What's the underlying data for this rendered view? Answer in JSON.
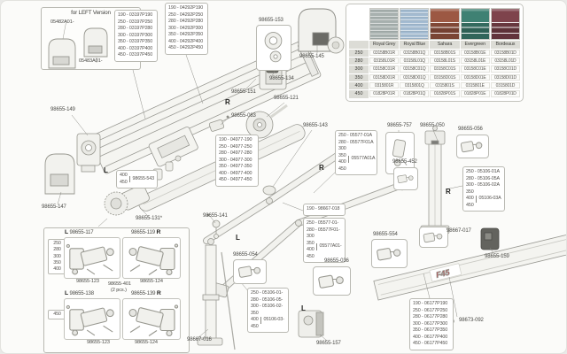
{
  "left_version_box": {
    "title": "for LEFT Version",
    "cap_outer": "05482A01-",
    "cap_inner": "05483A01-"
  },
  "fabric_table": {
    "columns": [
      "Royal Grey",
      "Royal Blue",
      "Sahara",
      "Evergreen",
      "Bordeaux"
    ],
    "swatches": [
      "#a9b2b0",
      "#a4bcd2",
      "#9c5843",
      "#3f8173",
      "#7e434c"
    ],
    "rows": [
      {
        "size": "250",
        "codes": [
          "03158B01R",
          "03158B01Q",
          "03158B01S",
          "03158B01E",
          "03158B01D"
        ]
      },
      {
        "size": "280",
        "codes": [
          "03158L01R",
          "03158L01Q",
          "03158L01S",
          "03158L01E",
          "03158L01D"
        ]
      },
      {
        "size": "300",
        "codes": [
          "03158C01R",
          "03158C01Q",
          "03158C01S",
          "03158C01E",
          "03158C01D"
        ]
      },
      {
        "size": "350",
        "codes": [
          "03158D01R",
          "03158D01Q",
          "03158D01S",
          "03158D01E",
          "03158D01D"
        ]
      },
      {
        "size": "400",
        "codes": [
          "0315801R",
          "0315801Q",
          "0315801S",
          "0315801E",
          "0315801D"
        ]
      },
      {
        "size": "450",
        "codes": [
          "01828P01R",
          "01828P01Q",
          "01828P01S",
          "01828P01E",
          "01828P01D"
        ]
      }
    ]
  },
  "lists": {
    "l03197": [
      "190 - 03197P190",
      "250 - 03197P250",
      "280 - 03197P280",
      "300 - 03197P300",
      "350 - 03197P350",
      "400 - 03197P400",
      "450 - 03197P450"
    ],
    "l04292": [
      "190 - 04292P190",
      "250 - 04292P250",
      "280 - 04292P280",
      "300 - 04292P300",
      "350 - 04292P350",
      "400 - 04292P400",
      "450 - 04292P450"
    ],
    "l04977": [
      "190 - 04977-190",
      "250 - 04977-250",
      "280 - 04977-280",
      "300 - 04977-300",
      "350 - 04977-350",
      "400 - 04977-400",
      "450 - 04977-450"
    ],
    "l06177": [
      "190 - 06177P190",
      "250 - 06177P250",
      "280 - 06177P280",
      "300 - 06177P300",
      "350 - 06177P350",
      "400 - 06177P400",
      "450 - 06177P450"
    ]
  },
  "grouped": {
    "g05577A": {
      "rows": [
        "250 - 05577-01A",
        "280 - 05577F01A"
      ],
      "sizes": [
        "300",
        "350",
        "400",
        "450"
      ],
      "code": "05577A01A"
    },
    "g05577d": {
      "rows": [
        "250 - 05577-01-",
        "280 - 05577F01-"
      ],
      "sizes": [
        "300",
        "350",
        "400",
        "450"
      ],
      "code": "05577A01-"
    },
    "g05106d": {
      "rows": [
        "250 - 05106-01-",
        "280 - 05106-05-",
        "300 - 05106-02-"
      ],
      "sizes": [
        "350",
        "400",
        "450"
      ],
      "code": "05106-03-"
    },
    "g05106A": {
      "rows": [
        "250 - 05106-01A",
        "280 - 05106-05A",
        "300 - 05106-02A"
      ],
      "sizes": [
        "350",
        "400",
        "450"
      ],
      "code": "05106-03A"
    },
    "g543": {
      "sizes": [
        "400",
        "450"
      ],
      "code": "98655-543"
    },
    "g018": {
      "rows": [
        "190 - 98667-018"
      ]
    }
  },
  "labels": {
    "p149": "98655-149",
    "p147": "98655-147",
    "p151": "98655-151",
    "p083": "98655-083",
    "p153": "98655-153",
    "p134": "98655-134",
    "p145": "98655-145",
    "p121": "98655-121",
    "p143": "98655-143",
    "p757": "98655-757",
    "p050": "98655-050",
    "p056": "98655-056",
    "p452": "98655-452",
    "p017": "98667-017",
    "p159": "98655-159",
    "p554": "98655-554",
    "p036": "98655-036",
    "p054": "98655-054",
    "p157": "98655-157",
    "p016": "98667-016",
    "p092": "98673-092",
    "p131": "98655-131*",
    "p141": "98655-141"
  },
  "markers": {
    "left": "L",
    "right": "R"
  },
  "panel": {
    "sizes_main": [
      "250",
      "280",
      "300",
      "350",
      "400"
    ],
    "size_450": "450",
    "cell_117": "98655-117",
    "cell_119": "98655-119",
    "cell_138": "98655-138",
    "cell_139": "98655-139",
    "lbl_123": "98655-123",
    "lbl_124": "98655-124",
    "lbl_401": "98655-401",
    "lbl_401_qty": "(2 pcs.)"
  },
  "logo": {
    "text": "F45",
    "color": "#c4242b"
  }
}
